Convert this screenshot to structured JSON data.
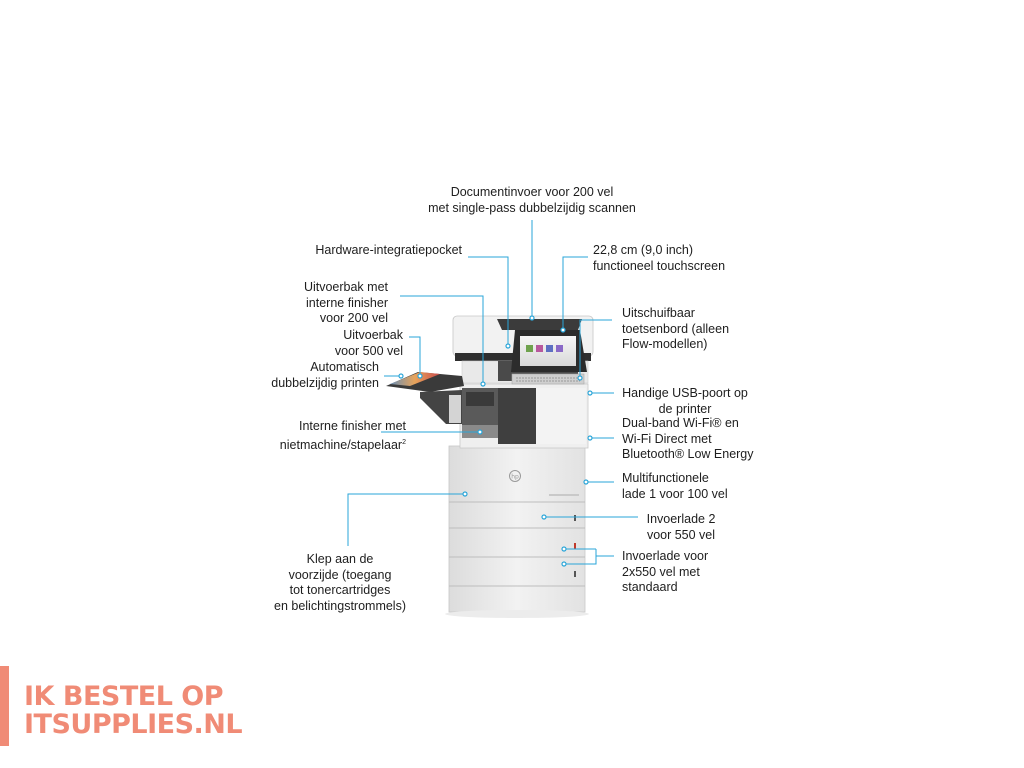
{
  "labels": {
    "adf": "Documentinvoer voor 200 vel\nmet single-pass dubbelzijdig scannen",
    "hip": "Hardware-integratiepocket",
    "touchscreen": "22,8 cm (9,0 inch)\nfunctioneel touchscreen",
    "output_finisher": "Uitvoerbak met\ninterne finisher\nvoor 200 vel",
    "keyboard": "Uitschuifbaar\ntoetsenbord (alleen\nFlow-modellen)",
    "output_500": "Uitvoerbak\nvoor 500 vel",
    "duplex": "Automatisch\ndubbelzijdig printen",
    "usb": "Handige USB-poort op\nde printer",
    "finisher": "Interne finisher met\nnietmachine/stapelaar",
    "finisher_sup": "2",
    "wifi": "Dual-band Wi-Fi® en\nWi-Fi Direct met\nBluetooth® Low Energy",
    "tray1": "Multifunctionele\nlade 1 voor 100 vel",
    "tray2": "Invoerlade 2\nvoor 550 vel",
    "tray_stand": "Invoerlade voor\n2x550 vel met\nstandaard",
    "front_door": "Klep aan de\nvoorzijde (toegang\ntot tonercartridges\nen belichtingstrommels)"
  },
  "logo": {
    "line1": "IK BESTEL OP",
    "line2": "ITSUPPLIES.NL"
  },
  "colors": {
    "leader": "#2aa5d8",
    "logo": "#f08b76",
    "printer_body": "#e8e8e8",
    "printer_dark": "#3a3a3a"
  },
  "icons": {
    "printer_brand": "hp-logo-icon"
  }
}
